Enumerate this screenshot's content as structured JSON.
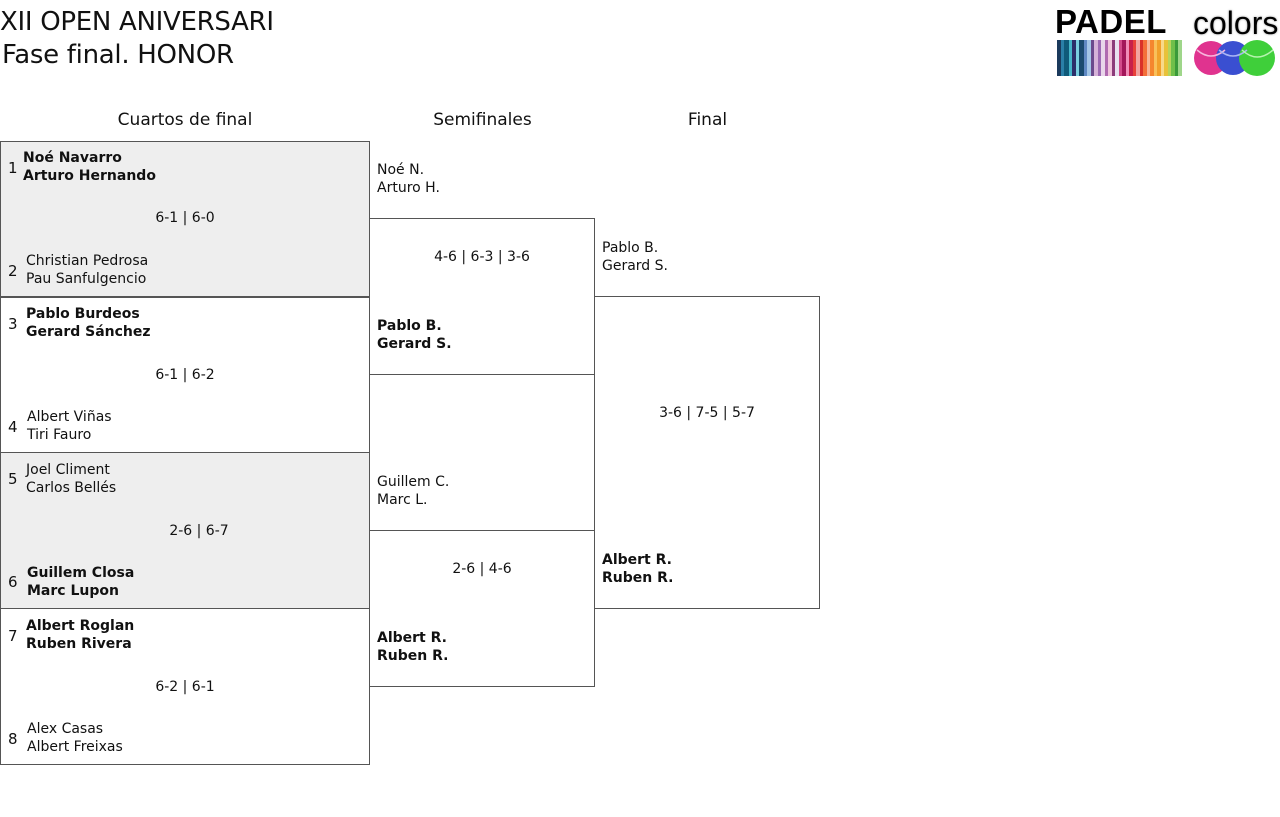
{
  "header": {
    "title": "XII OPEN ANIVERSARI",
    "subtitle": "Fase final. HONOR"
  },
  "logo": {
    "word1": "PADEL",
    "word2": "colors",
    "ball_colors": [
      "#e0338f",
      "#3a4fd1",
      "#3fcf3a"
    ]
  },
  "columns": {
    "quarterfinals": "Cuartos de final",
    "semifinals": "Semifinales",
    "final": "Final"
  },
  "quarterfinals": [
    {
      "score": "6-1 | 6-0",
      "shaded": true,
      "top": {
        "seed": "1",
        "players": [
          "Noé Navarro",
          "Arturo Hernando"
        ],
        "winner": true
      },
      "bottom": {
        "seed": "2",
        "players": [
          "Christian Pedrosa",
          "Pau Sanfulgencio"
        ],
        "winner": false
      }
    },
    {
      "score": "6-1 | 6-2",
      "shaded": false,
      "top": {
        "seed": "3",
        "players": [
          "Pablo Burdeos",
          "Gerard Sánchez"
        ],
        "winner": true
      },
      "bottom": {
        "seed": "4",
        "players": [
          "Albert Viñas",
          "Tiri Fauro"
        ],
        "winner": false
      }
    },
    {
      "score": "2-6 | 6-7",
      "shaded": true,
      "top": {
        "seed": "5",
        "players": [
          "Joel Climent",
          "Carlos Bellés"
        ],
        "winner": false
      },
      "bottom": {
        "seed": "6",
        "players": [
          "Guillem Closa",
          "Marc Lupon"
        ],
        "winner": true
      }
    },
    {
      "score": "6-2 | 6-1",
      "shaded": false,
      "top": {
        "seed": "7",
        "players": [
          "Albert Roglan",
          "Ruben Rivera"
        ],
        "winner": true
      },
      "bottom": {
        "seed": "8",
        "players": [
          "Alex Casas",
          "Albert Freixas"
        ],
        "winner": false
      }
    }
  ],
  "semifinals": [
    {
      "score": "4-6 | 6-3 | 3-6",
      "top": {
        "players": [
          "Noé N.",
          "Arturo H."
        ],
        "winner": false
      },
      "bottom": {
        "players": [
          "Pablo B.",
          "Gerard S."
        ],
        "winner": true
      }
    },
    {
      "score": "2-6 | 4-6",
      "top": {
        "players": [
          "Guillem C.",
          "Marc L."
        ],
        "winner": false
      },
      "bottom": {
        "players": [
          "Albert R.",
          "Ruben R."
        ],
        "winner": true
      }
    }
  ],
  "final": {
    "score": "3-6 | 7-5 | 5-7",
    "top": {
      "players": [
        "Pablo B.",
        "Gerard S."
      ],
      "winner": false
    },
    "bottom": {
      "players": [
        "Albert R.",
        "Ruben R."
      ],
      "winner": true
    }
  }
}
